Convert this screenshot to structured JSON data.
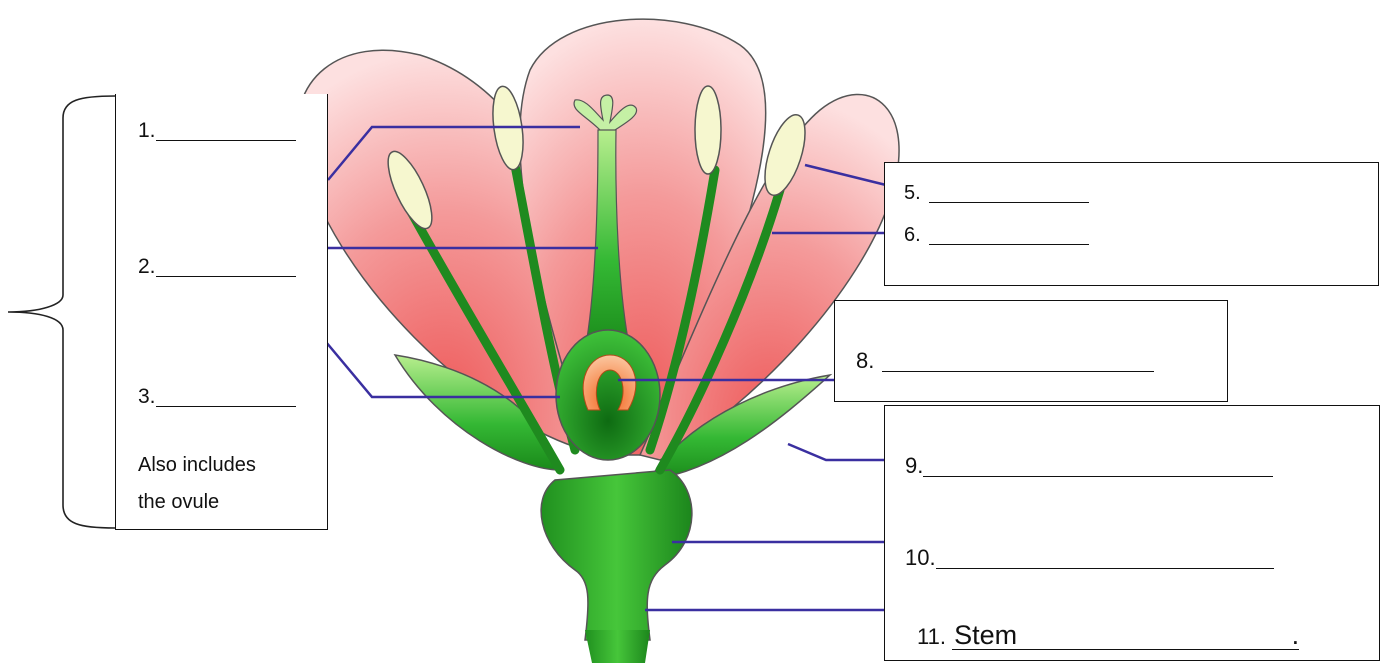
{
  "labels": {
    "l1": "1.",
    "l2": "2.",
    "l3": "3.",
    "note_line1": "Also includes",
    "note_line2": "the ovule",
    "l5": "5.",
    "l6": "6.",
    "l8": "8.",
    "l9": "9.",
    "l10": "10.",
    "l11_num": "11.",
    "l11_answer": "Stem",
    "l11_end": "."
  },
  "colors": {
    "petal_light": "#fbdcdc",
    "petal_dark": "#f06c6c",
    "green_dark": "#1f8a1f",
    "green_light": "#8ee06b",
    "anther": "#f6f7cf",
    "ovule": "#f07a3a",
    "leader_line": "#3a2fa0"
  }
}
